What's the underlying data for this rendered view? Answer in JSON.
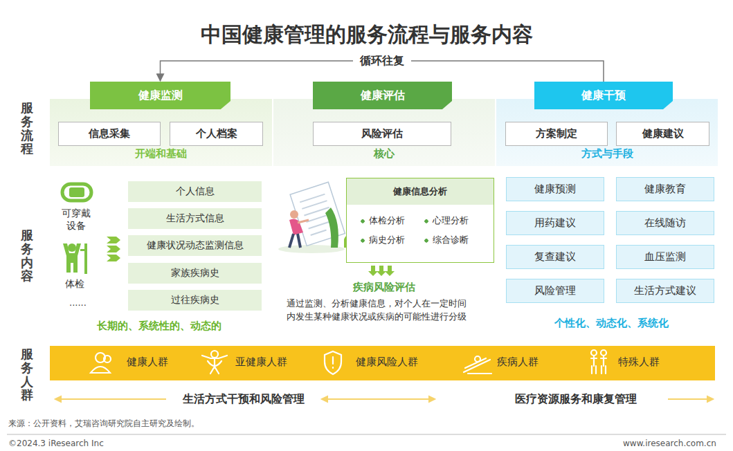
{
  "diagram": {
    "title": "中国健康管理的服务流程与服务内容",
    "nodes": [
      {
        "text": [
          "健康监测"
        ]
      },
      {
        "text": [
          "开端和基础"
        ]
      },
      {
        "text": [
          "信息采集"
        ],
        "in": 1
      },
      {
        "text": [
          "个人档案"
        ],
        "in": 1
      },
      {
        "text": [
          "健康评估"
        ]
      },
      {
        "text": [
          "核心"
        ]
      },
      {
        "text": [
          "风险评估"
        ],
        "in": 5
      },
      {
        "text": [
          "健康干预"
        ]
      },
      {
        "text": [
          "方式与手段"
        ]
      },
      {
        "text": [
          "方案制定"
        ],
        "in": 8
      },
      {
        "text": [
          "健康建议"
        ],
        "in": 8
      },
      {
        "text": [
          "个人信息"
        ]
      },
      {
        "text": [
          "生活方式信息"
        ]
      },
      {
        "text": [
          "健康状况动态监测信息"
        ]
      },
      {
        "text": [
          "家族疾病史"
        ]
      },
      {
        "text": [
          "过往疾病史"
        ]
      },
      {
        "text": [
          "健康信息分析",
          "体检分析",
          "心理分析",
          "病史分析",
          "综合诊断"
        ]
      },
      {
        "text": [
          "健康预测"
        ]
      },
      {
        "text": [
          "健康教育"
        ]
      },
      {
        "text": [
          "用药建议"
        ]
      },
      {
        "text": [
          "在线随访"
        ]
      },
      {
        "text": [
          "复查建议"
        ]
      },
      {
        "text": [
          "血压监测"
        ]
      },
      {
        "text": [
          "风险管理"
        ]
      },
      {
        "text": [
          "生活方式建议"
        ]
      },
      {
        "text": [
          "健康人群",
          "亚健康人群",
          "健康风险人群",
          "疾病人群",
          "特殊人群"
        ]
      }
    ],
    "edges": [
      {
        "from": 7,
        "to": 0,
        "arrow": "to",
        "label": "循环往复"
      }
    ],
    "labels": [
      "服务流程",
      "服务内容",
      "服务人群",
      "可穿戴 设备",
      "体检",
      "......",
      "长期的、系统性的、动态的",
      "疾病风险评估",
      "通过监测、分析健康信息，对个人在一定时间 内发生某种健康状况或疾病的可能性进行分级",
      "个性化、动态化、系统化",
      "生活方式干预和风险管理",
      "医疗资源服务和康复管理",
      "来源：公开资料，艾瑞咨询研究院自主研究及绘制。",
      "©2024.3 iResearch Inc",
      "www.iresearch.com.cn"
    ]
  }
}
